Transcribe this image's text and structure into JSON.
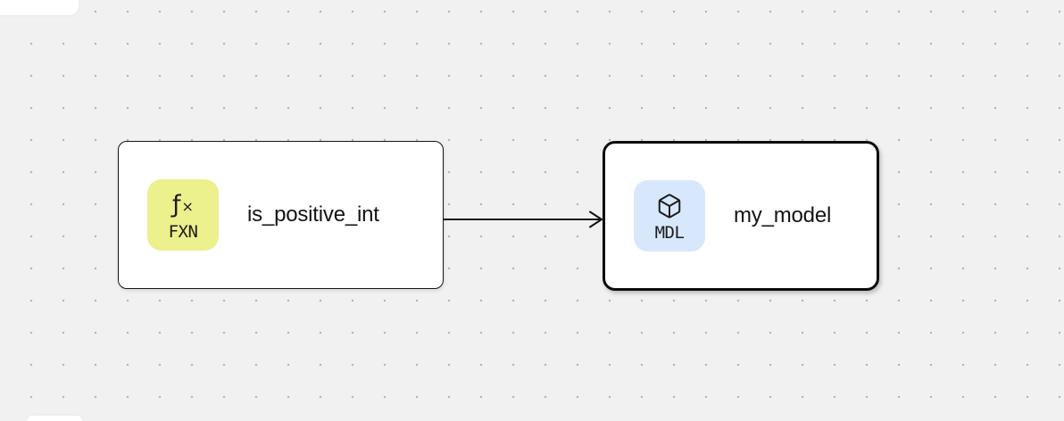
{
  "canvas": {
    "background_color": "#f1f1f1",
    "dot_color": "#b4b4b4"
  },
  "nodes": [
    {
      "label": "is_positive_int",
      "badge_label": "FXN",
      "badge_icon": "function-icon",
      "badge_color": "#ecf08d",
      "selected": false
    },
    {
      "label": "my_model",
      "badge_label": "MDL",
      "badge_icon": "cube-icon",
      "badge_color": "#d7e8fc",
      "selected": true
    }
  ],
  "edge": {
    "from": "is_positive_int",
    "to": "my_model",
    "direction": "right"
  },
  "icons": {
    "function_main": "ƒ",
    "function_sub": "×"
  }
}
